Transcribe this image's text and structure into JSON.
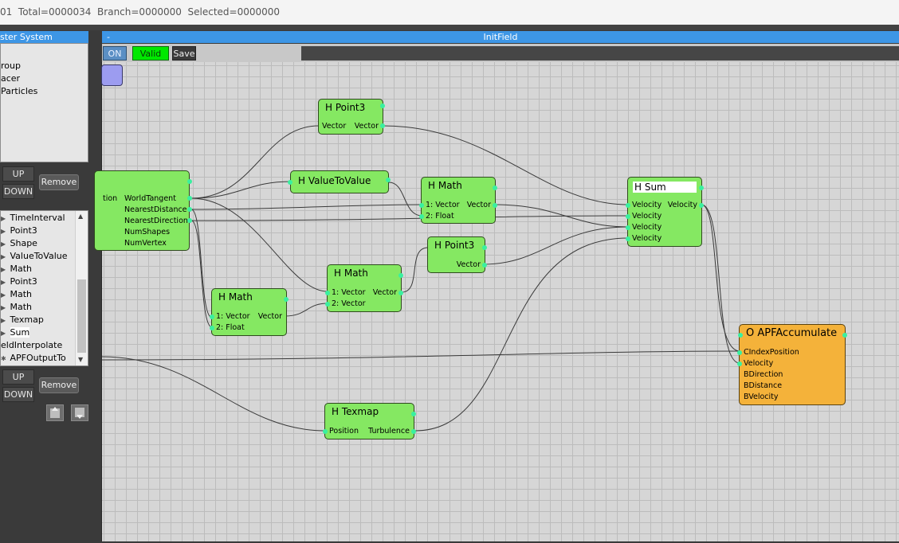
{
  "status": {
    "text": "01  Total=0000034  Branch=0000000  Selected=0000000"
  },
  "particle_system": {
    "title": "ster System",
    "items": [
      "",
      "roup",
      "acer",
      "Particles"
    ],
    "up_label": "UP",
    "down_label": "DOWN",
    "remove_label": "Remove"
  },
  "node_list": {
    "items": [
      "TimeInterval",
      "Point3",
      "Shape",
      "ValueToValue",
      "Math",
      "Point3",
      "Math",
      "Math",
      "Texmap",
      "Sum",
      "eldInterpolate",
      "APFOutputTo"
    ],
    "selected": "Sum",
    "up_label": "UP",
    "down_label": "DOWN",
    "remove_label": "Remove"
  },
  "canvas": {
    "title": "InitField",
    "dash": "-",
    "on_label": "ON",
    "valid_label": "Valid",
    "save_label": "Save"
  },
  "nodes": {
    "left_partial": {
      "ports": [
        "tion",
        "WorldTangent",
        "NearestDistance",
        "NearestDirection",
        "NumShapes",
        "NumVertex"
      ]
    },
    "point3_top": {
      "title": "H Point3",
      "in": "Vector",
      "out": "Vector"
    },
    "value_to_value": {
      "title": "H ValueToValue"
    },
    "math_mid": {
      "title": "H Math",
      "in1": "1: Vector",
      "in2": "2: Float",
      "out": "Vector"
    },
    "sum": {
      "title": "H Sum",
      "in1": "Velocity",
      "in2": "Velocity",
      "in3": "Velocity",
      "in4": "Velocity",
      "out": "Velocity"
    },
    "point3_low": {
      "title": "H Point3",
      "out": "Vector"
    },
    "math_center": {
      "title": "H Math",
      "in1": "1: Vector",
      "in2": "2: Vector",
      "out": "Vector"
    },
    "math_left": {
      "title": "H Math",
      "in1": "1: Vector",
      "in2": "2: Float",
      "out": "Vector"
    },
    "texmap": {
      "title": "H Texmap",
      "in": "Position",
      "out": "Turbulence"
    },
    "apf": {
      "title": "O APFAccumulate",
      "ports": [
        "CIndexPosition",
        "Velocity",
        "BDirection",
        "BDistance",
        "BVelocity"
      ]
    }
  },
  "colors": {
    "node_green": "#85e862",
    "node_orange": "#f4b23a",
    "title_blue": "#3d96e6",
    "valid_green": "#00e800",
    "port_cyan": "#39f0a0"
  }
}
